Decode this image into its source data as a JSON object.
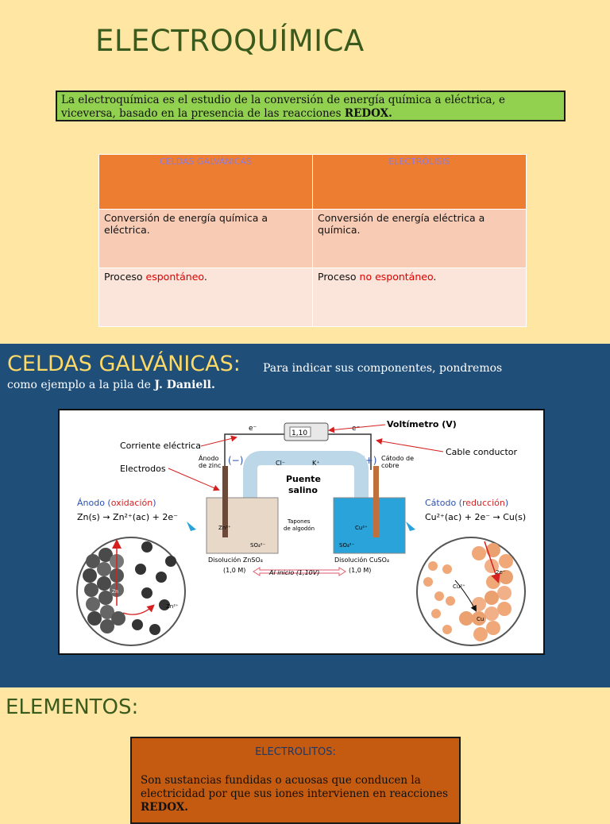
{
  "slide1": {
    "title": "ELECTROQUÍMICA",
    "definition": {
      "text": "La electroquímica es el estudio de la conversión de energía química a eléctrica, e viceversa, basado en la presencia de las reacciones ",
      "bold": "REDOX."
    },
    "table": {
      "headers": [
        "CELDAS GALVÁNICAS",
        "ELECTRÓLISIS"
      ],
      "row1": [
        "Conversión de energía química a eléctrica.",
        "Conversión de energía eléctrica a química."
      ],
      "row2": [
        {
          "prefix": "Proceso ",
          "highlight": "espontáneo",
          "suffix": "."
        },
        {
          "prefix": "Proceso ",
          "highlight": "no espontáneo",
          "suffix": "."
        }
      ]
    }
  },
  "slide2": {
    "heading": "CELDAS GALVÁNICAS:",
    "intro_line1": "Para indicar sus componentes, pondremos",
    "intro_line2_prefix": "como ejemplo a la pila de ",
    "intro_line2_bold": "J. Daniell.",
    "figure": {
      "voltmeter_label": "Voltímetro (V)",
      "voltmeter_reading": "1,10",
      "current_label": "Corriente eléctrica",
      "cable_label": "Cable conductor",
      "electrodes_label": "Electrodos",
      "anode_zinc": [
        "Ánodo",
        "de zinc"
      ],
      "cathode_copper": [
        "Cátodo de",
        "cobre"
      ],
      "minus_sign": "(−)",
      "plus_sign": "(+)",
      "chloride": "Cl⁻",
      "potassium": "K⁺",
      "salt_bridge": [
        "Puente",
        "salino"
      ],
      "cotton_plugs": [
        "Tapones",
        "de algodón"
      ],
      "anode_title_a": "Ánodo (",
      "anode_title_b": "oxidación",
      "anode_title_c": ")",
      "anode_equation": "Zn(s) → Zn²⁺(ac) + 2e⁻",
      "cathode_title_a": "Cátodo (",
      "cathode_title_b": "reducción",
      "cathode_title_c": ")",
      "cathode_equation": "Cu²⁺(ac) + 2e⁻ → Cu(s)",
      "zn_ion": "Zn²⁺",
      "cu_ion": "Cu²⁺",
      "so4": "SO₄²⁻",
      "zn_solution": [
        "Disolución ZnSO₄",
        "(1,0 M)"
      ],
      "cu_solution": [
        "Disolución CuSO₄",
        "(1,0 M)"
      ],
      "initial_voltage": "Al inicio (1,10V)",
      "electron": "e⁻",
      "two_e": "2e⁻",
      "zn_atom": "Zn",
      "cu_atom": "Cu"
    }
  },
  "slide3": {
    "heading": "ELEMENTOS:",
    "box_title": "ELECTROLITOS:",
    "box_text": "Son sustancias fundidas o acuosas que conducen la electricidad por que sus iones intervienen en reacciones ",
    "box_bold": "REDOX."
  },
  "colors": {
    "background_cream": "#ffe7a3",
    "slide_blue": "#1f4e79",
    "title_green": "#3b5a1e",
    "definition_green": "#92d050",
    "table_orange": "#ed7d31",
    "electrolyte_orange": "#c55a11",
    "heading_yellow": "#ffd966",
    "highlight_red": "#e00000"
  }
}
